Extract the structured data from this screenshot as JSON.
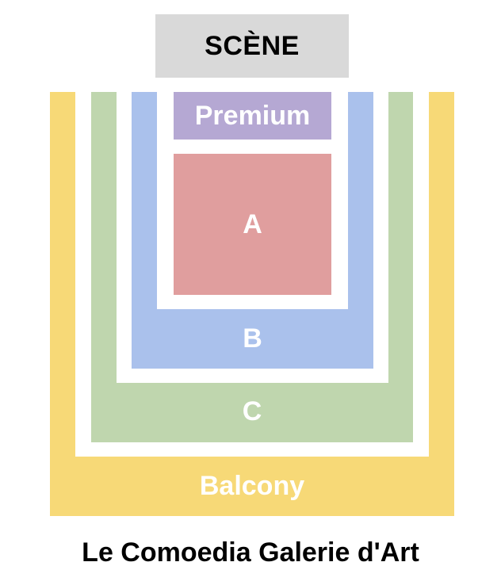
{
  "stage": {
    "label": "SCÈNE",
    "color": "#d9d9d9"
  },
  "sections": {
    "balcony": {
      "label": "Balcony",
      "color": "#f7d977"
    },
    "c": {
      "label": "C",
      "color": "#bfd6ae"
    },
    "b": {
      "label": "B",
      "color": "#aac1ec"
    },
    "premium": {
      "label": "Premium",
      "color": "#b5a8d3"
    },
    "a": {
      "label": "A",
      "color": "#e09e9e"
    }
  },
  "venue_name": "Le Comoedia Galerie d'Art"
}
